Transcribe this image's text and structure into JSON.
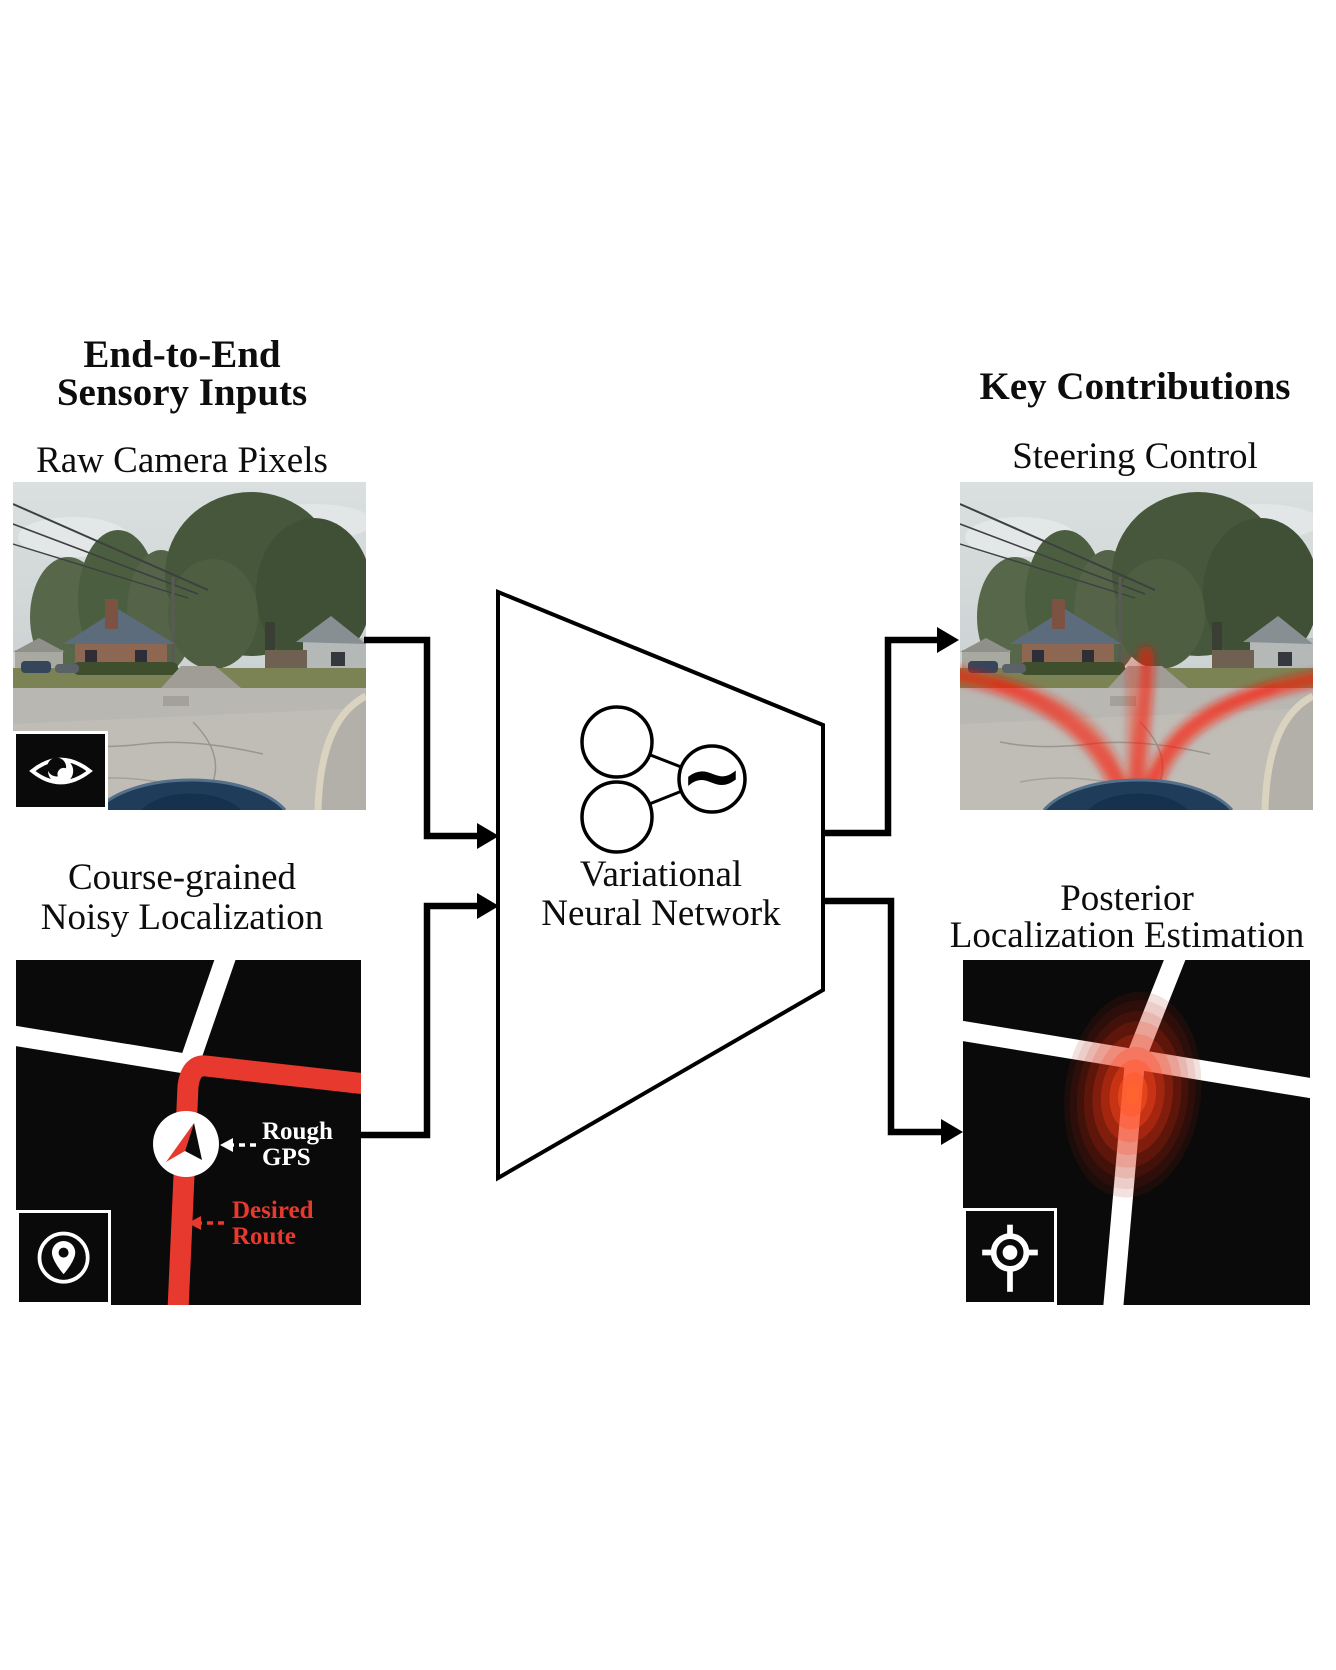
{
  "figure": {
    "left": {
      "title_line1": "End-to-End",
      "title_line2": "Sensory Inputs",
      "camera_label": "Raw Camera Pixels",
      "map_label_line1": "Course-grained",
      "map_label_line2": "Noisy Localization",
      "rough_gps_line1": "Rough",
      "rough_gps_line2": "GPS",
      "desired_route_line1": "Desired",
      "desired_route_line2": "Route"
    },
    "center": {
      "label_line1": "Variational",
      "label_line2": "Neural Network",
      "sampler_symbol": "~"
    },
    "right": {
      "title": "Key Contributions",
      "steering_label": "Steering Control",
      "posterior_label_line1": "Posterior",
      "posterior_label_line2": "Localization Estimation"
    },
    "icons": {
      "camera": "eye-icon",
      "localization": "location-pin-icon",
      "posterior": "crosshair-target-icon",
      "gps_marker": "navigation-arrow-icon"
    },
    "colors": {
      "route_red": "#e8392e",
      "trajectory_red": "#ff1500",
      "glow_red": "#ff4a1e",
      "map_black": "#0a0a0a",
      "line_black": "#000000",
      "page_white": "#ffffff"
    }
  }
}
